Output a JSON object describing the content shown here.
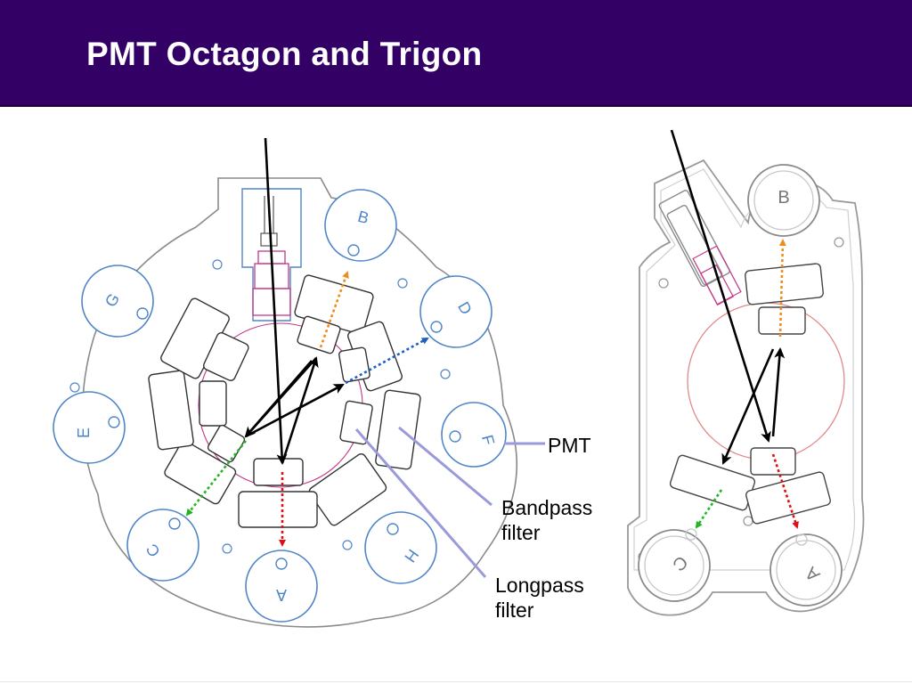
{
  "title": "PMT Octagon and Trigon",
  "callouts": {
    "pmt": "PMT",
    "bandpass_line1": "Bandpass",
    "bandpass_line2": "filter",
    "longpass_line1": "Longpass",
    "longpass_line2": "filter"
  },
  "octagon": {
    "port_letters": [
      "B",
      "D",
      "F",
      "H",
      "A",
      "C",
      "E",
      "G"
    ]
  },
  "trigon": {
    "port_letters": [
      "B",
      "A",
      "C"
    ]
  },
  "colors": {
    "title_background": "#330066",
    "title_text": "#ffffff",
    "pmt_outline": "#4f86c8",
    "callout_line": "#9a9adb",
    "beam_orange": "#f08c1e",
    "beam_blue": "#1e5fbf",
    "beam_green": "#22b422",
    "beam_red": "#dd1111",
    "optics_pink": "#c4388a",
    "ray_black": "#000000"
  }
}
